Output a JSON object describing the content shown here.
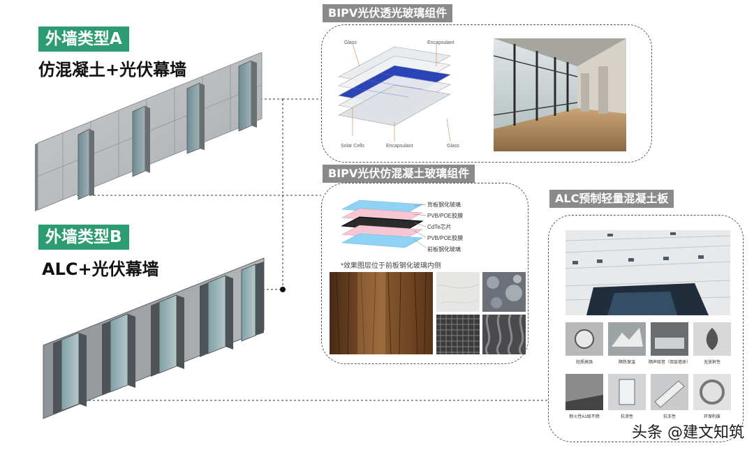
{
  "wall_a": {
    "tag": "外墙类型A",
    "subtitle": "仿混凝土+光伏幕墙"
  },
  "wall_b": {
    "tag": "外墙类型B",
    "subtitle": "ALC+光伏幕墙"
  },
  "panel1": {
    "title": "BIPV光伏透光玻璃组件",
    "labels": {
      "glass_top": "Glass",
      "encapsulant_top": "Encapsulant",
      "solar_cells": "Solar Cells",
      "encapsulant_bottom": "Encapsulant",
      "glass_bottom": "Glass"
    }
  },
  "panel2": {
    "title": "BIPV光伏仿混凝土玻璃组件",
    "layers": [
      "背板钢化玻璃",
      "PVB/POE胶膜",
      "CdTe芯片",
      "PVB/POE胶膜",
      "前板钢化玻璃"
    ],
    "note": "*效果图层位于前板钢化玻璃内侧"
  },
  "panel3": {
    "title": "ALC预制轻量混凝土板",
    "features": [
      "轻质高强",
      "隔热保温",
      "隔声吸音（双层墙体）",
      "无放射性",
      "耐火性A1级不燃",
      "抗渗性",
      "抗冻性",
      "环保利废"
    ]
  },
  "colors": {
    "tag_green": "#2e9c72",
    "panel_title_gray": "#8a8a8a",
    "cell_blue": "#2a44b8"
  },
  "watermark": "头条 @建文知筑"
}
